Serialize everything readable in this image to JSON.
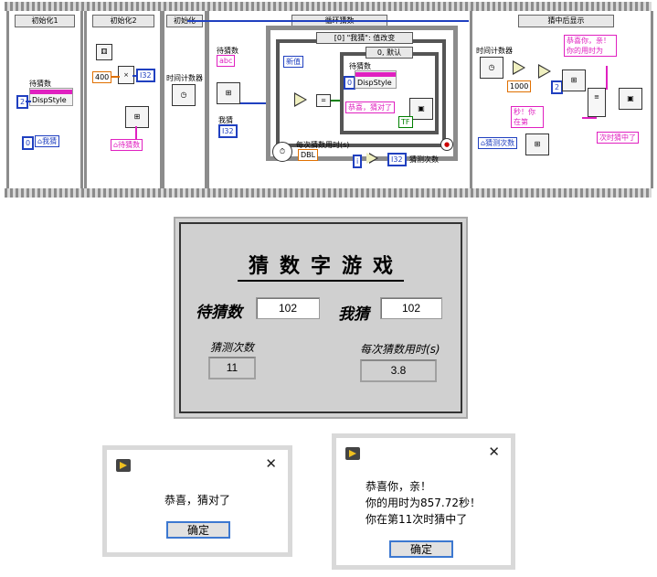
{
  "diagram": {
    "frames": [
      "初始化1",
      "初始化2",
      "初始化",
      "循环猜数",
      "猜中后显示"
    ],
    "labels": {
      "f1_target": "待猜数",
      "f1_dispstyle": "DispStyle",
      "f1_wo_guess": "我猜",
      "f1_const_2": "2",
      "f1_const_0": "0",
      "f2_const_400": "400",
      "f2_i32": "I32",
      "f2_target_ref": "待猜数",
      "f3_timer": "时间计数器",
      "f4_target": "待猜数",
      "f4_wo_guess": "我猜",
      "f4_i32": "I32",
      "f4_new_value": "新值",
      "f4_event_selector": "[0] \"我猜\": 值改变",
      "f4_case_selector": "0, 默认",
      "f4_case_target": "待猜数",
      "f4_dispstyle": "DispStyle",
      "f4_const_0": "0",
      "f4_congrats": "恭喜，猜对了",
      "f4_tf": "TF",
      "f4_each_time": "每次猜数用时(s)",
      "f4_dbl": "DBL",
      "f4_guess_count": "猜测次数",
      "f4_i32b": "I32",
      "f4_iter": "i",
      "f5_timer": "时间计数器",
      "f5_const_1000": "1000",
      "f5_const_2": "2",
      "f5_congrats_msg": "恭喜你，亲！你的用时为",
      "f5_sec_msg": "秒！你在第",
      "f5_guess_count": "猜测次数",
      "f5_times_msg": "次时猜中了"
    }
  },
  "panel": {
    "title": "猜数字游戏",
    "target_label": "待猜数",
    "target_value": "102",
    "guess_label": "我猜",
    "guess_value": "102",
    "count_label": "猜测次数",
    "count_value": "11",
    "time_label": "每次猜数用时(s)",
    "time_value": "3.8"
  },
  "dialog1": {
    "message": "恭喜，猜对了",
    "ok_label": "确定",
    "close_glyph": "✕"
  },
  "dialog2": {
    "line1": "恭喜你，亲！",
    "line2": "你的用时为857.72秒！",
    "line3": "你在第11次时猜中了",
    "ok_label": "确定",
    "close_glyph": "✕"
  },
  "colors": {
    "wire_numeric": "#2040c0",
    "wire_string": "#e020c0",
    "wire_double": "#e07000",
    "wire_bool": "#008000",
    "button_border": "#3c78d0"
  }
}
